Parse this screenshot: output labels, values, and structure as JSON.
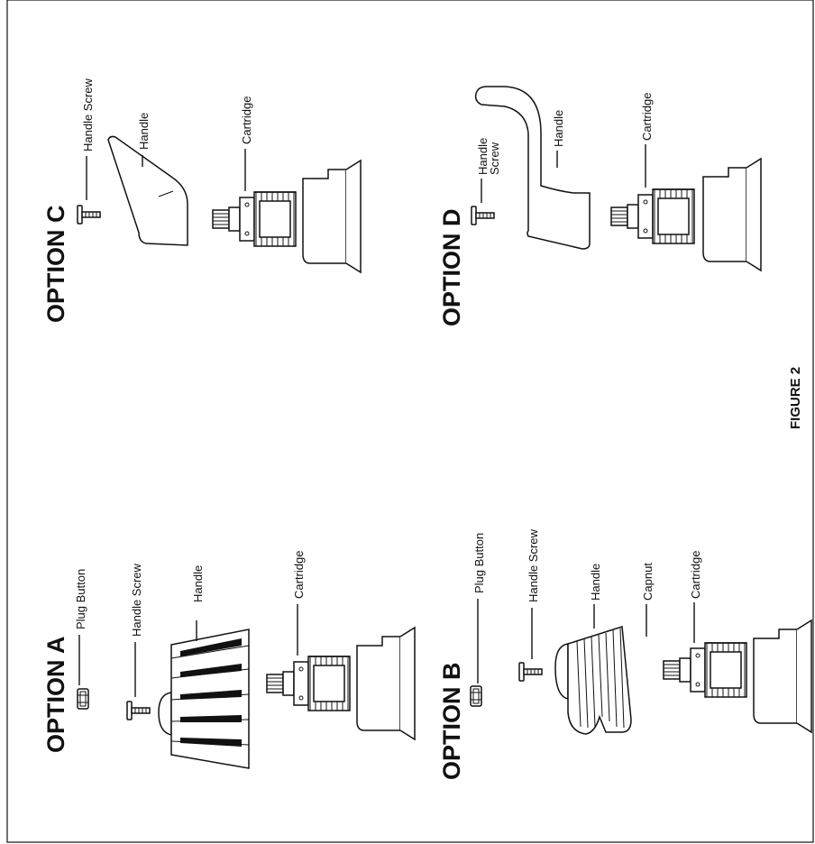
{
  "figure": {
    "caption": "FIGURE 2"
  },
  "options": {
    "a": {
      "title": "OPTION A",
      "labels": {
        "plug_button": "Plug Button",
        "handle_screw": "Handle Screw",
        "handle": "Handle",
        "cartridge": "Cartridge"
      }
    },
    "b": {
      "title": "OPTION B",
      "labels": {
        "plug_button": "Plug Button",
        "handle_screw": "Handle Screw",
        "handle": "Handle",
        "capnut": "Capnut",
        "cartridge": "Cartridge"
      }
    },
    "c": {
      "title": "OPTION C",
      "labels": {
        "handle_screw": "Handle Screw",
        "handle": "Handle",
        "cartridge": "Cartridge"
      }
    },
    "d": {
      "title": "OPTION D",
      "labels": {
        "handle_screw_line1": "Handle",
        "handle_screw_line2": "Screw",
        "handle": "Handle",
        "cartridge": "Cartridge"
      }
    }
  }
}
